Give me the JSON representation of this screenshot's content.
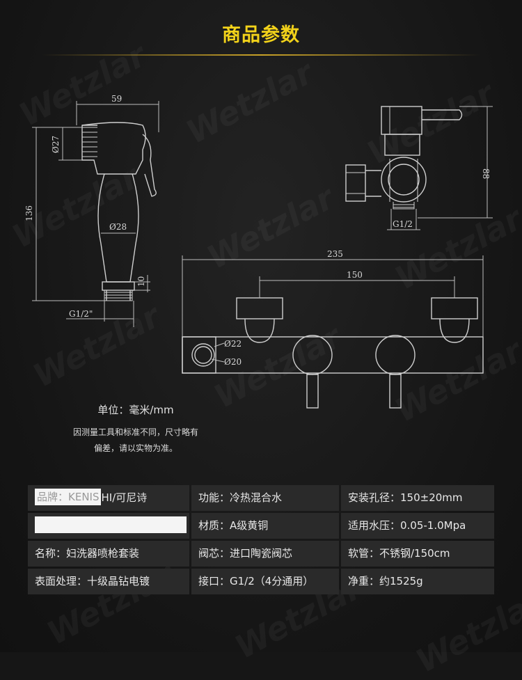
{
  "title": "商品参数",
  "watermark": "Wetzlar",
  "dims": {
    "handle_width": "59",
    "handle_diameter": "Ø27",
    "handle_height": "136",
    "handle_grip": "Ø28",
    "thread_len": "10",
    "handle_thread": "G1/2\"",
    "valve_height": "88",
    "valve_thread": "G1/2",
    "bar_length": "235",
    "inlet_spacing": "150",
    "holder_outer": "Ø22",
    "holder_inner": "Ø20"
  },
  "unit_text": "单位：毫米/mm",
  "note_line1": "因测量工具和标准不同，尺寸略有",
  "note_line2": "偏差，请以实物为准。",
  "specs": {
    "brand_box": "品牌：KENIS",
    "brand_rest": "HI/可尼诗",
    "function": "功能：冷热混合水",
    "hole_distance": "安装孔径：150±20mm",
    "material": "材质：A级黄铜",
    "pressure": "适用水压：0.05-1.0Mpa",
    "name": "名称：妇洗器喷枪套装",
    "valve_core": "阀芯：进口陶瓷阀芯",
    "hose": "软管：不锈钢/150cm",
    "finish": "表面处理：十级晶钻电镀",
    "connector": "接口：G1/2（4分通用）",
    "weight": "净重：约1525g"
  }
}
